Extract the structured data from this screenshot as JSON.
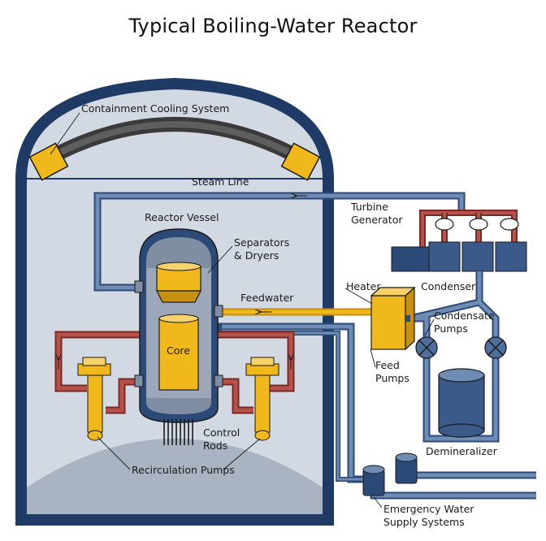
{
  "title": "Typical Boiling-Water Reactor",
  "labels": {
    "containment_cooling": "Containment Cooling System",
    "steam_line": "Steam Line",
    "turbine_1": "Turbine",
    "turbine_2": "Generator",
    "reactor_vessel": "Reactor Vessel",
    "separators_1": "Separators",
    "separators_2": "& Dryers",
    "feedwater": "Feedwater",
    "heater": "Heater",
    "condenser": "Condenser",
    "condensate_1": "Condensate",
    "condensate_2": "Pumps",
    "core": "Core",
    "feed_1": "Feed",
    "feed_2": "Pumps",
    "control_1": "Control",
    "control_2": "Rods",
    "demineralizer": "Demineralizer",
    "recirculation": "Recirculation Pumps",
    "emergency_1": "Emergency Water",
    "emergency_2": "Supply Systems"
  },
  "colors": {
    "containment_wall": "#1f3a64",
    "containment_fill": "#d3d9e2",
    "pipe_blue": "#4e6f9c",
    "pipe_red": "#b5524a",
    "yellow": "#f0b81a",
    "yellow_dark": "#c98f10",
    "vessel_gray": "#7f8ea3",
    "dark_navy": "#2c4a78"
  }
}
